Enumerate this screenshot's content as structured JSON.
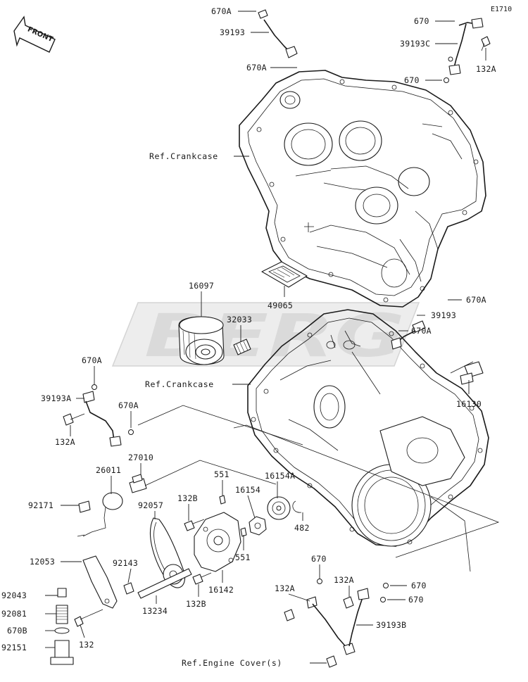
{
  "diagram_code": "E1710",
  "front_label": "FRONT",
  "watermark": "BERG",
  "labels": {
    "p670A_top": "670A",
    "p39193_top": "39193",
    "p670A_top2": "670A",
    "p670_tr1": "670",
    "p39193C": "39193C",
    "p132A_tr": "132A",
    "p670_tr2": "670",
    "ref_crankcase_top": "Ref.Crankcase",
    "p16097": "16097",
    "p49065": "49065",
    "p32033": "32033",
    "p670A_r1": "670A",
    "p39193_r": "39193",
    "p670A_r2": "670A",
    "ref_crankcase_mid": "Ref.Crankcase",
    "p670A_l1": "670A",
    "p39193A": "39193A",
    "p670A_l2": "670A",
    "p132A_l": "132A",
    "p16130": "16130",
    "p27010": "27010",
    "p26011": "26011",
    "p551_a": "551",
    "p16154A": "16154A",
    "p16154": "16154",
    "p92171": "92171",
    "p92057": "92057",
    "p132B_a": "132B",
    "p482": "482",
    "p551_b": "551",
    "p12053": "12053",
    "p92143": "92143",
    "p16142": "16142",
    "p670_br1": "670",
    "p132A_b1": "132A",
    "p132A_b2": "132A",
    "p670_br2": "670",
    "p670_br3": "670",
    "p92043": "92043",
    "p92081": "92081",
    "p13234": "13234",
    "p132B_b": "132B",
    "p670B": "670B",
    "p132": "132",
    "p39193B": "39193B",
    "p92151": "92151",
    "ref_engine_cover": "Ref.Engine Cover(s)"
  }
}
